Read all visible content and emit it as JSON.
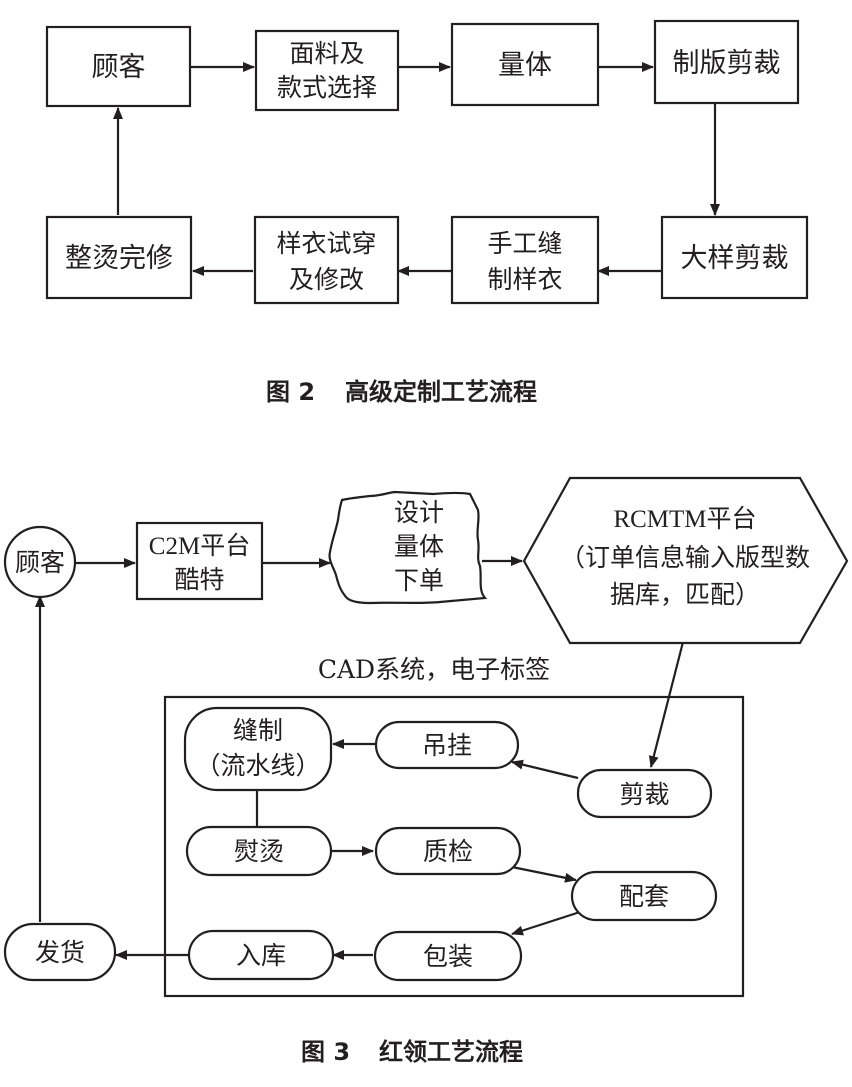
{
  "figure2": {
    "caption_num": "图 2",
    "caption_title": "高级定制工艺流程",
    "nodes": {
      "customer": [
        "顾客"
      ],
      "fabric_style": [
        "面料及",
        "款式选择"
      ],
      "measure": [
        "量体"
      ],
      "pattern_cut": [
        "制版剪裁"
      ],
      "sample_cut": [
        "大样剪裁"
      ],
      "hand_sew": [
        "手工缝",
        "制样衣"
      ],
      "fitting": [
        "样衣试穿",
        "及修改"
      ],
      "finishing": [
        "整烫完修"
      ]
    }
  },
  "figure3": {
    "caption_num": "图 3",
    "caption_title": "红领工艺流程",
    "system_label": "CAD系统，电子标签",
    "nodes": {
      "customer": [
        "顾客"
      ],
      "c2m": [
        "C2M平台",
        "酷特"
      ],
      "design": [
        "设计",
        "量体",
        "下单"
      ],
      "rcmtm": [
        "RCMTM平台",
        "（订单信息输入版型数",
        "据库，匹配）"
      ],
      "sewing": [
        "缝制",
        "（流水线）"
      ],
      "hanging": [
        "吊挂"
      ],
      "cutting": [
        "剪裁"
      ],
      "ironing": [
        "熨烫"
      ],
      "qc": [
        "质检"
      ],
      "matching": [
        "配套"
      ],
      "packing": [
        "包装"
      ],
      "warehouse": [
        "入库"
      ],
      "shipping": [
        "发货"
      ]
    }
  }
}
